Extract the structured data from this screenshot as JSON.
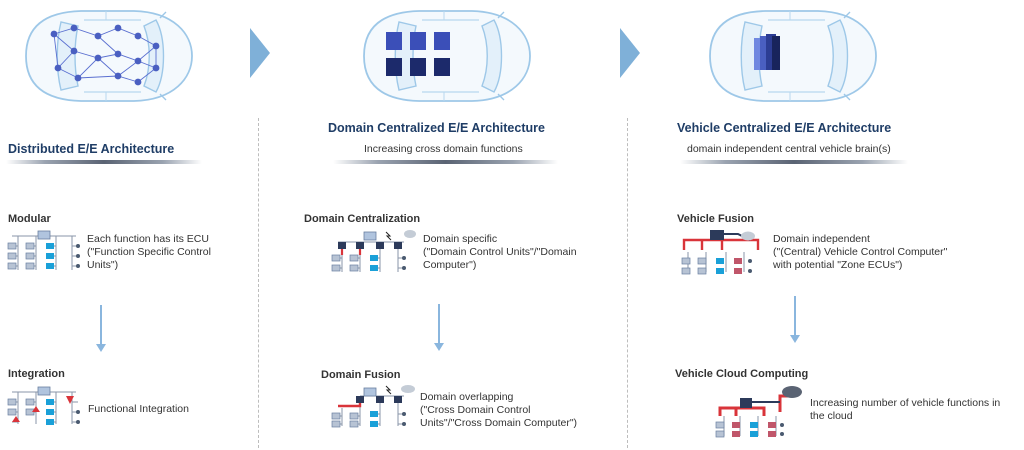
{
  "columns": [
    {
      "title": "Distributed E/E Architecture",
      "subtitle": "",
      "stages": [
        {
          "title": "Modular",
          "lines": [
            "Each function has its ECU",
            "(\"Function Specific Control",
            "Units\")"
          ]
        },
        {
          "title": "Integration",
          "lines": [
            "Functional Integration"
          ]
        }
      ]
    },
    {
      "title": "Domain Centralized E/E Architecture",
      "subtitle": "Increasing cross domain functions",
      "stages": [
        {
          "title": "Domain Centralization",
          "lines": [
            "Domain specific",
            "(\"Domain Control Units\"/\"Domain",
            "Computer\")"
          ]
        },
        {
          "title": "Domain Fusion",
          "lines": [
            "Domain overlapping",
            "(\"Cross Domain Control",
            "Units\"/\"Cross Domain Computer\")"
          ]
        }
      ]
    },
    {
      "title": "Vehicle Centralized E/E Architecture",
      "subtitle": "domain independent central vehicle brain(s)",
      "stages": [
        {
          "title": "Vehicle Fusion",
          "lines": [
            "Domain independent",
            "(\"(Central) Vehicle Control Computer\"",
            "with potential \"Zone ECUs\")"
          ]
        },
        {
          "title": "Vehicle Cloud Computing",
          "lines": [
            "Increasing number of vehicle functions in",
            "the cloud"
          ]
        }
      ]
    }
  ],
  "colors": {
    "title_blue": "#1f3d66",
    "arrow_blue": "#8ab6de",
    "chevron_blue": "#7fb0d8",
    "node_blue": "#4a5fc1",
    "ecu_red": "#d9343a",
    "ecu_cyan": "#1aa0d8",
    "ecu_grey": "#8a96a8"
  },
  "icons": [
    "car-topview-icon",
    "network-nodes-icon",
    "domain-controller-icon",
    "central-computer-icon",
    "cloud-icon",
    "ecu-tree-icon"
  ]
}
